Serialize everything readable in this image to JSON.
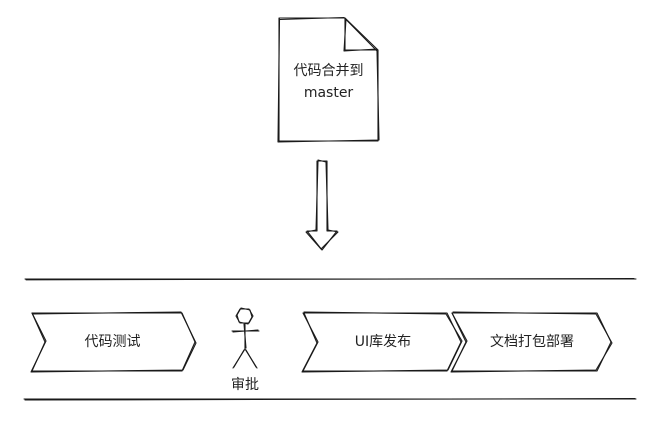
{
  "document_node": {
    "line1": "代码合并到",
    "line2": "master"
  },
  "pipeline": {
    "stage_1": "代码测试",
    "approver": "审批",
    "stage_2": "UI库发布",
    "stage_3": "文档打包部署"
  },
  "colors": {
    "stroke": "#1a1a1a",
    "text": "#222222",
    "background": "#ffffff"
  }
}
